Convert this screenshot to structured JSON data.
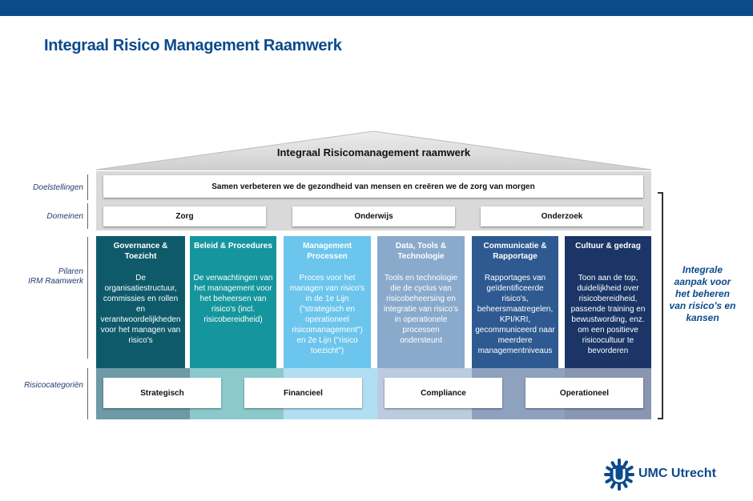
{
  "title": "Integraal Risico Management Raamwerk",
  "roof_label": "Integraal Risicomanagement raamwerk",
  "rows": {
    "doelstellingen": "Doelstellingen",
    "domeinen": "Domeinen",
    "pilaren_1": "Pilaren",
    "pilaren_2": "IRM Raamwerk",
    "risicocategorien": "Risicocategoriën"
  },
  "objective": "Samen verbeteren we de gezondheid van mensen en creëren we de zorg van morgen",
  "domains": [
    "Zorg",
    "Onderwijs",
    "Onderzoek"
  ],
  "pillars": [
    {
      "heading": "Governance & Toezicht",
      "body": "De organisatiestructuur, commissies en rollen en verantwoordelijkheden voor het managen van risico's",
      "color": "#0e5a6b"
    },
    {
      "heading": "Beleid & Procedures",
      "body": "De verwachtingen van het management voor het beheersen van risico's (incl. risicobereidheid)",
      "color": "#15969e"
    },
    {
      "heading": "Management Processen",
      "body": "Proces voor het managen van risico's in de 1e Lijn (\"strategisch en operationeel risicomanagement\") en 2e Lijn (\"risico toezicht\")",
      "color": "#6cc5ec"
    },
    {
      "heading": "Data, Tools & Technologie",
      "body": "Tools en technologie die de cyclus van risicobeheersing en integratie van risico's in operationele processen ondersteunt",
      "color": "#8aaacc"
    },
    {
      "heading": "Communicatie & Rapportage",
      "body": "Rapportages van geïdentificeerde risico's, beheersmaatregelen, KPI/KRI, gecommuniceerd naar meerdere managementniveaus",
      "color": "#2e5a91"
    },
    {
      "heading": "Cultuur & gedrag",
      "body": "Toon aan de top, duidelijkheid over risicobereidheid, passende training en bewustwording, enz. om een positieve risicocultuur te bevorderen",
      "color": "#1a3566"
    }
  ],
  "category_colors": [
    "#6d9aa6",
    "#8cc9cc",
    "#b2def4",
    "#bcccdf",
    "#8ea2bf",
    "#8896b2"
  ],
  "categories": [
    "Strategisch",
    "Financieel",
    "Compliance",
    "Operationeel"
  ],
  "side_text": "Integrale aanpak voor het beheren van risico's en kansen",
  "logo_text": "UMC Utrecht",
  "colors": {
    "brand": "#0b4a8b",
    "band": "#d9d9d9"
  }
}
